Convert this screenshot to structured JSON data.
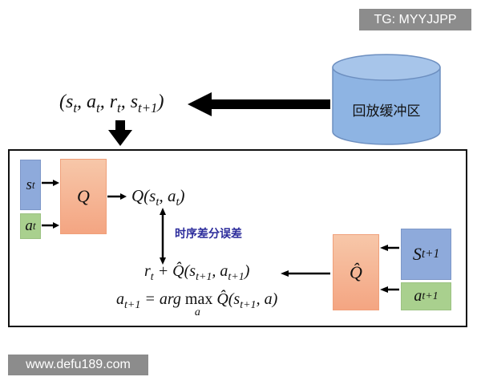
{
  "watermarks": {
    "top": "TG: MYYJJPP",
    "bottom": "www.defu189.com"
  },
  "replay_buffer": {
    "label": "回放缓冲区"
  },
  "tuple": {
    "open": "(",
    "s": "s",
    "t": "t",
    "a": "a",
    "r": "r",
    "t1": "t+1",
    "sep": ", ",
    "close": ")"
  },
  "q_net": {
    "label": "Q"
  },
  "target_net": {
    "label": "Q̂"
  },
  "inputs": {
    "s_t": "s",
    "a_t": "a",
    "s_next": "S",
    "a_next": "a",
    "sub_t": "t",
    "sub_t1": "t+1"
  },
  "q_output": "Q(s",
  "td_error_label": "时序差分误差",
  "target_expr": {
    "r": "r",
    "plus": " + Q̂(s",
    "comma": ", a",
    "close": ")"
  },
  "argmax_expr": {
    "lhs": "a",
    "eq": " = arg ",
    "max": "max",
    "under": "a",
    "rhs": "Q̂(s",
    "tail": ", a)"
  },
  "colors": {
    "state": "#8eaadb",
    "action": "#a9d08e",
    "network": "#f4a582",
    "td_label": "#2b2b9b"
  }
}
